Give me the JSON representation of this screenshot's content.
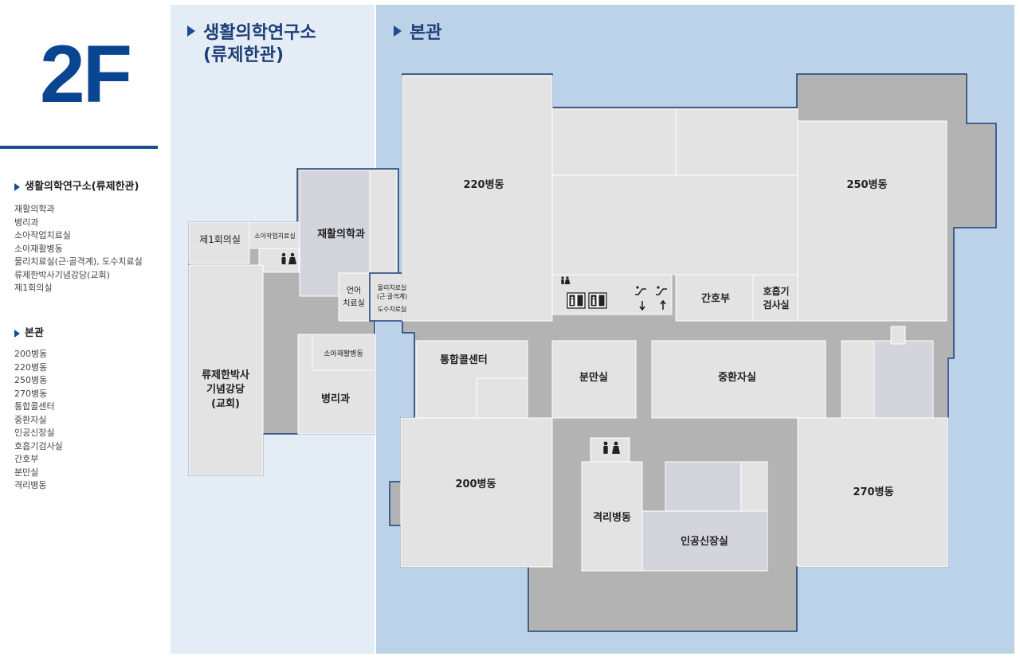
{
  "floor": "2F",
  "sidebar": {
    "sections": [
      {
        "title": "생활의학연구소(류제한관)",
        "items": [
          "재활의학과",
          "병리과",
          "소아작업치료실",
          "소아재활병동",
          "물리치료실(근·골격계), 도수치료실",
          "류제한박사기념강당(교회)",
          "제1회의실"
        ]
      },
      {
        "title": "본관",
        "items": [
          "200병동",
          "220병동",
          "250병동",
          "270병동",
          "통합콜센터",
          "중환자실",
          "인공신장실",
          "호흡기검사실",
          "간호부",
          "분만실",
          "격리병동"
        ]
      }
    ]
  },
  "map": {
    "building_a_title_1": "생활의학연구소",
    "building_a_title_2": "(류제한관)",
    "building_b_title": "본관",
    "colors": {
      "panel_a": "#e4ecf6",
      "panel_b": "#bcd2e8",
      "room": "#e3e3e3",
      "room_dark": "#d4d4dc",
      "corridor": "#b3b3b3",
      "outline": "#1d3f78",
      "accent": "#0a4592"
    },
    "rooms": {
      "ward_220": "220병동",
      "ward_250": "250병동",
      "ward_200": "200병동",
      "ward_270": "270병동",
      "conference_1": "제1회의실",
      "ped_ot": "소아작업치료실",
      "rehab": "재활의학과",
      "speech_1": "언어",
      "speech_2": "치료실",
      "physio_1": "물리치료실",
      "physio_2": "(근·골격계)",
      "manual": "도수치료실",
      "ped_ward": "소아재활병동",
      "pathology": "병리과",
      "hall_1": "류제한박사",
      "hall_2": "기념강당",
      "hall_3": "(교회)",
      "callcenter": "통합콜센터",
      "delivery": "분만실",
      "icu": "중환자실",
      "nursing": "간호부",
      "resp_1": "호흡기",
      "resp_2": "검사실",
      "isolation": "격리병동",
      "dialysis": "인공신장실"
    },
    "icons": [
      "restroom-icon",
      "elevator-icon",
      "escalator-down-icon",
      "escalator-up-icon"
    ]
  }
}
